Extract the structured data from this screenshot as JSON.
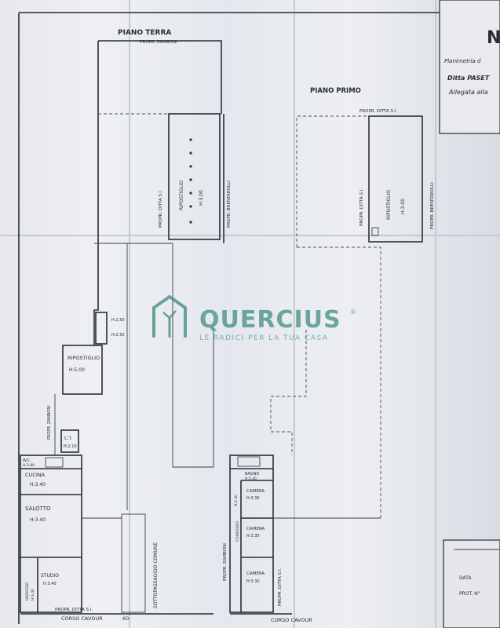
{
  "header": {
    "piano_terra": "PIANO TERRA",
    "piano_primo": "PIANO PRIMO",
    "title_block": [
      "Planimetria d",
      "Ditta PASET",
      "Allegata alla"
    ]
  },
  "watermark": {
    "brand": "QUERCIUS",
    "registered": "®",
    "tagline": "LE RADICI PER LA TUA CASA",
    "color": "#3c8a7e"
  },
  "ground_floor": {
    "prop_zamboni_top": "PROPR. ZAMBONI",
    "prop_ditta_left": "PROPR. DITTA S.I.",
    "prop_brentarolli": "PROPR. BRENTAROLLI",
    "ripostiglio_label": "RIPOSTIGLIO",
    "ripostiglio_h": "H:3.00",
    "wc_h1": "H:2.50",
    "wc_h2": "H:2.50",
    "ripostiglio2_label": "RIPOSTIGLIO",
    "ripostiglio2_h": "H:5.00",
    "prop_zamboni_side": "PROPR. ZAMBONI",
    "ct_label": "C.T.",
    "ct_h": "H:2.10",
    "wc_label": "W.C.",
    "wc_h": "H:3.80",
    "cucina_label": "CUCINA",
    "cucina_h": "H:3.40",
    "salotto_label": "SALOTTO",
    "salotto_h": "H:3.40",
    "studio_label": "STUDIO",
    "studio_h": "H:3.40",
    "ingresso_label": "INGRESSO",
    "ingresso_h": "H:3.40",
    "prop_ditta_bottom": "PROPR. DITTA S.I.",
    "sottopassaggio": "SOTTOPASSAGGIO COMUNE",
    "corso_cavour": "CORSO CAVOUR",
    "civic_number": "60"
  },
  "first_floor": {
    "prop_ditta_top": "PROPR. DITTA S.I.",
    "prop_ditta_left": "PROPR. DITTA S.I.",
    "prop_brentarolli": "PROPR. BRENTAROLLI",
    "ripostiglio_label": "RIPOSTIGLIO",
    "ripostiglio_h": "H:3.00",
    "bagno_label": "BAGNO",
    "bagno_h": "H:3.30",
    "camera1_label": "CAMERA",
    "camera1_h": "H:3.30",
    "h_side": "H:3.30",
    "corridoio_label": "CORRIDOIO",
    "camera2_label": "CAMERA",
    "camera2_h": "H:3.30",
    "camera3_label": "CAMERA",
    "camera3_h": "H:3.30",
    "prop_zamboni": "PROPR. ZAMBONI",
    "prop_ditta_right": "PROPR. DITTA S.I.",
    "corso_cavour": "CORSO CAVOUR"
  },
  "footer_block": {
    "data_label": "DATA",
    "prot_label": "PROT. N°"
  }
}
